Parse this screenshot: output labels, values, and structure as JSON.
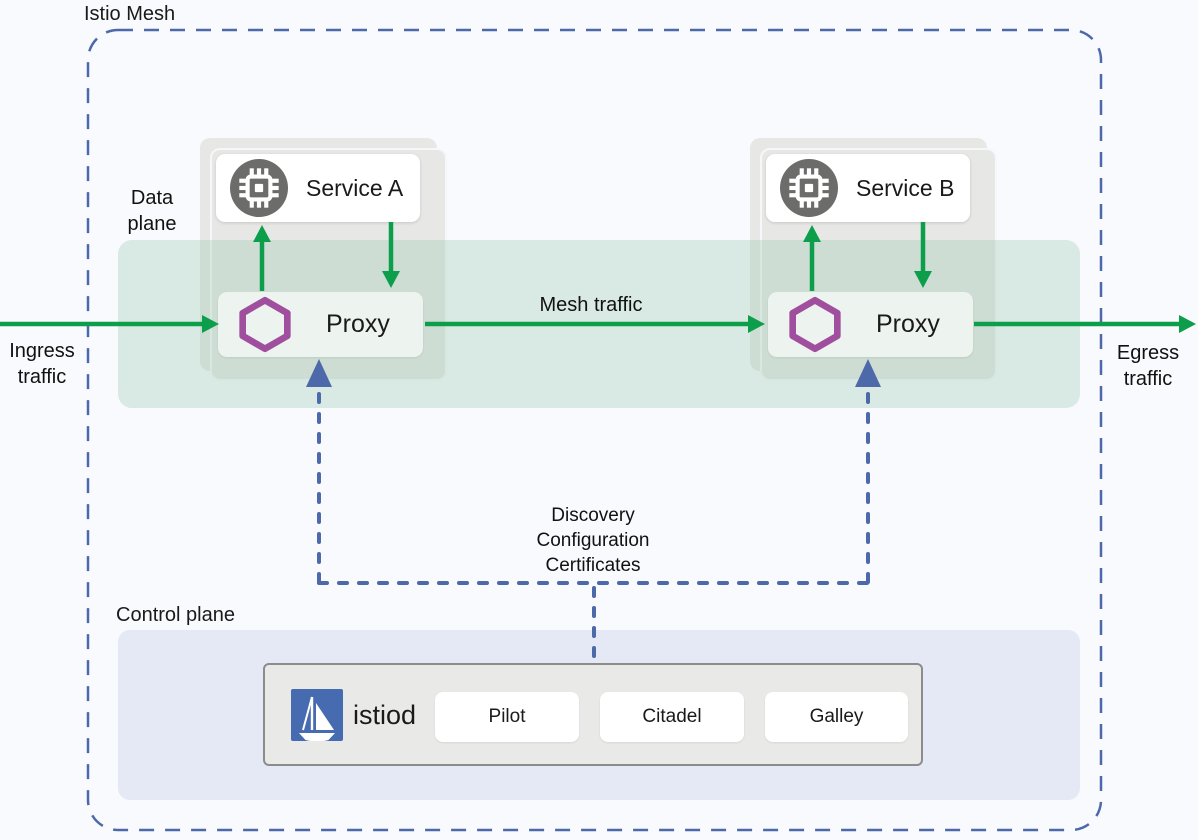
{
  "mesh": {
    "title": "Istio Mesh"
  },
  "labels": {
    "data_plane": "Data\nplane",
    "control_plane": "Control plane",
    "ingress": "Ingress\ntraffic",
    "egress": "Egress\ntraffic",
    "mesh_traffic": "Mesh traffic",
    "discovery": "Discovery\nConfiguration\nCertificates"
  },
  "services": {
    "a": {
      "label": "Service A",
      "icon": "chip-icon"
    },
    "b": {
      "label": "Service B",
      "icon": "chip-icon"
    }
  },
  "proxies": {
    "a": {
      "label": "Proxy",
      "icon": "envoy-hexagon-icon"
    },
    "b": {
      "label": "Proxy",
      "icon": "envoy-hexagon-icon"
    }
  },
  "control_plane": {
    "label": "Control plane",
    "istiod": {
      "label": "istiod",
      "icon": "istio-sail-logo",
      "components": [
        {
          "label": "Pilot"
        },
        {
          "label": "Citadel"
        },
        {
          "label": "Galley"
        }
      ]
    }
  },
  "colors": {
    "background": "#f8fafd",
    "mesh_border_blue": "#4d69aa",
    "traffic_green": "#0d9e4c",
    "envoy_purple": "#a04f9e",
    "istio_blue": "#466bb0",
    "gray_card": "#e7e7e5",
    "mesh_band_green": "rgba(166,206,184,0.38)",
    "proxy_box": "#edf3ee",
    "control_plane_box": "#e4e9f5",
    "istiod_box": "#e9e9e7",
    "service_icon_gray": "#6c6d6b"
  }
}
